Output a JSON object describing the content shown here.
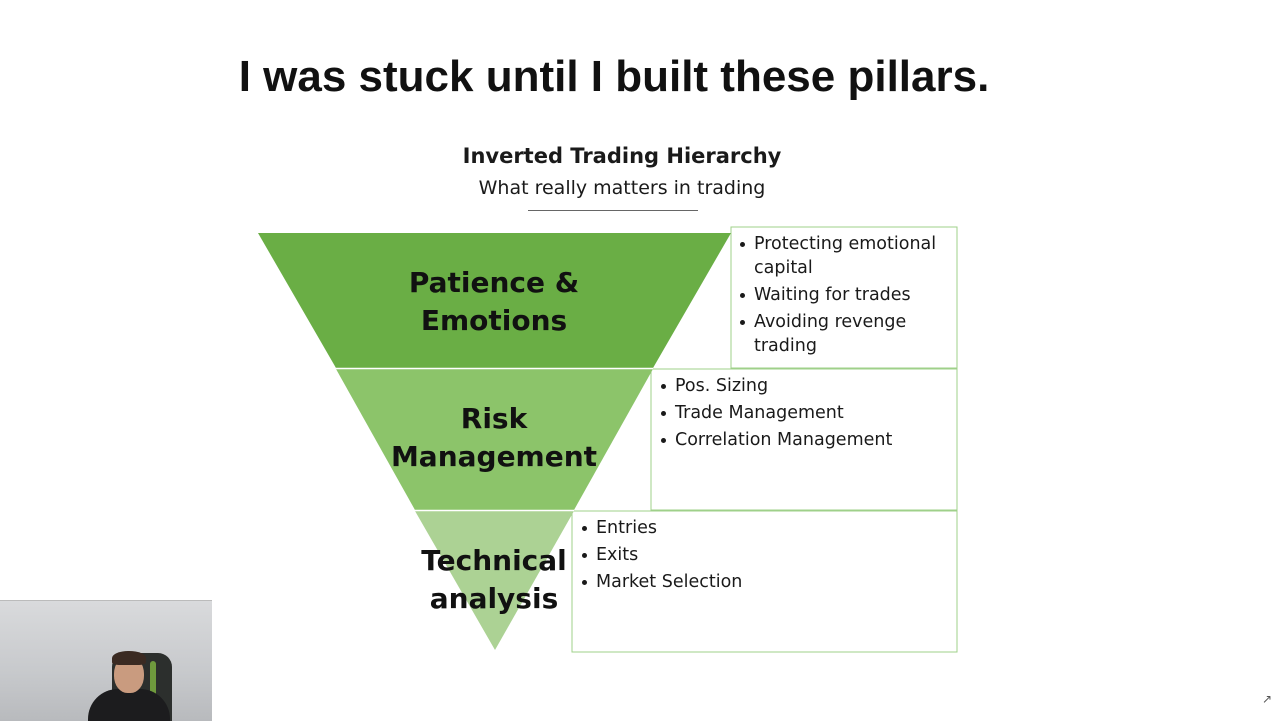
{
  "slide": {
    "title": "I was stuck until I built these pillars."
  },
  "diagram": {
    "title": "Inverted Trading Hierarchy",
    "subtitle": "What really matters in trading",
    "tiers": [
      {
        "label_lines": [
          "Patience &",
          "Emotions"
        ],
        "color": "#6aae45",
        "bullets": [
          "Protecting emotional capital",
          "Waiting for trades",
          "Avoiding revenge trading"
        ]
      },
      {
        "label_lines": [
          "Risk",
          "Management"
        ],
        "color": "#8cc46a",
        "bullets": [
          "Pos. Sizing",
          "Trade Management",
          "Correlation Management"
        ]
      },
      {
        "label_lines": [
          "Technical",
          "analysis"
        ],
        "color": "#acd294",
        "bullets": [
          "Entries",
          "Exits",
          "Market Selection"
        ]
      }
    ],
    "box_border_color": "#9fd08a"
  }
}
